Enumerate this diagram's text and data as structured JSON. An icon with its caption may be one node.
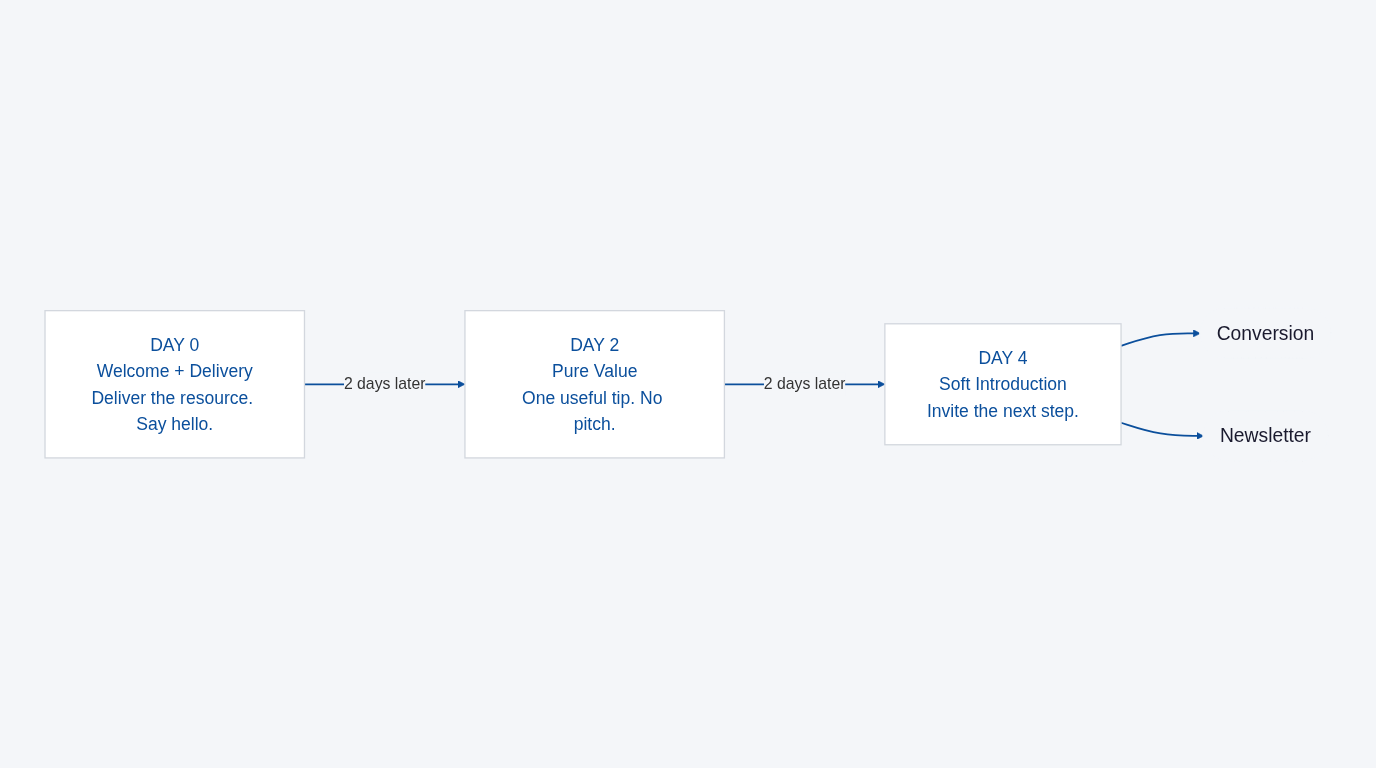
{
  "diagram": {
    "nodes": [
      {
        "text": [
          "DAY 0",
          "Welcome + Delivery",
          "Deliver the resource. Say hello."
        ]
      },
      {
        "text": [
          "DAY 2",
          "Pure Value",
          "One useful tip. No pitch."
        ]
      },
      {
        "text": [
          "DAY 4",
          "Soft Introduction",
          "Invite the next step."
        ]
      },
      {
        "text": [
          "Conversion"
        ]
      },
      {
        "text": [
          "Newsletter"
        ]
      }
    ],
    "edges": [
      {
        "from": 0,
        "to": 1,
        "arrow": "to",
        "label": "2 days later"
      },
      {
        "from": 1,
        "to": 2,
        "arrow": "to",
        "label": "2 days later"
      },
      {
        "from": 2,
        "to": 3,
        "arrow": "to"
      },
      {
        "from": 2,
        "to": 4,
        "arrow": "to"
      }
    ]
  }
}
